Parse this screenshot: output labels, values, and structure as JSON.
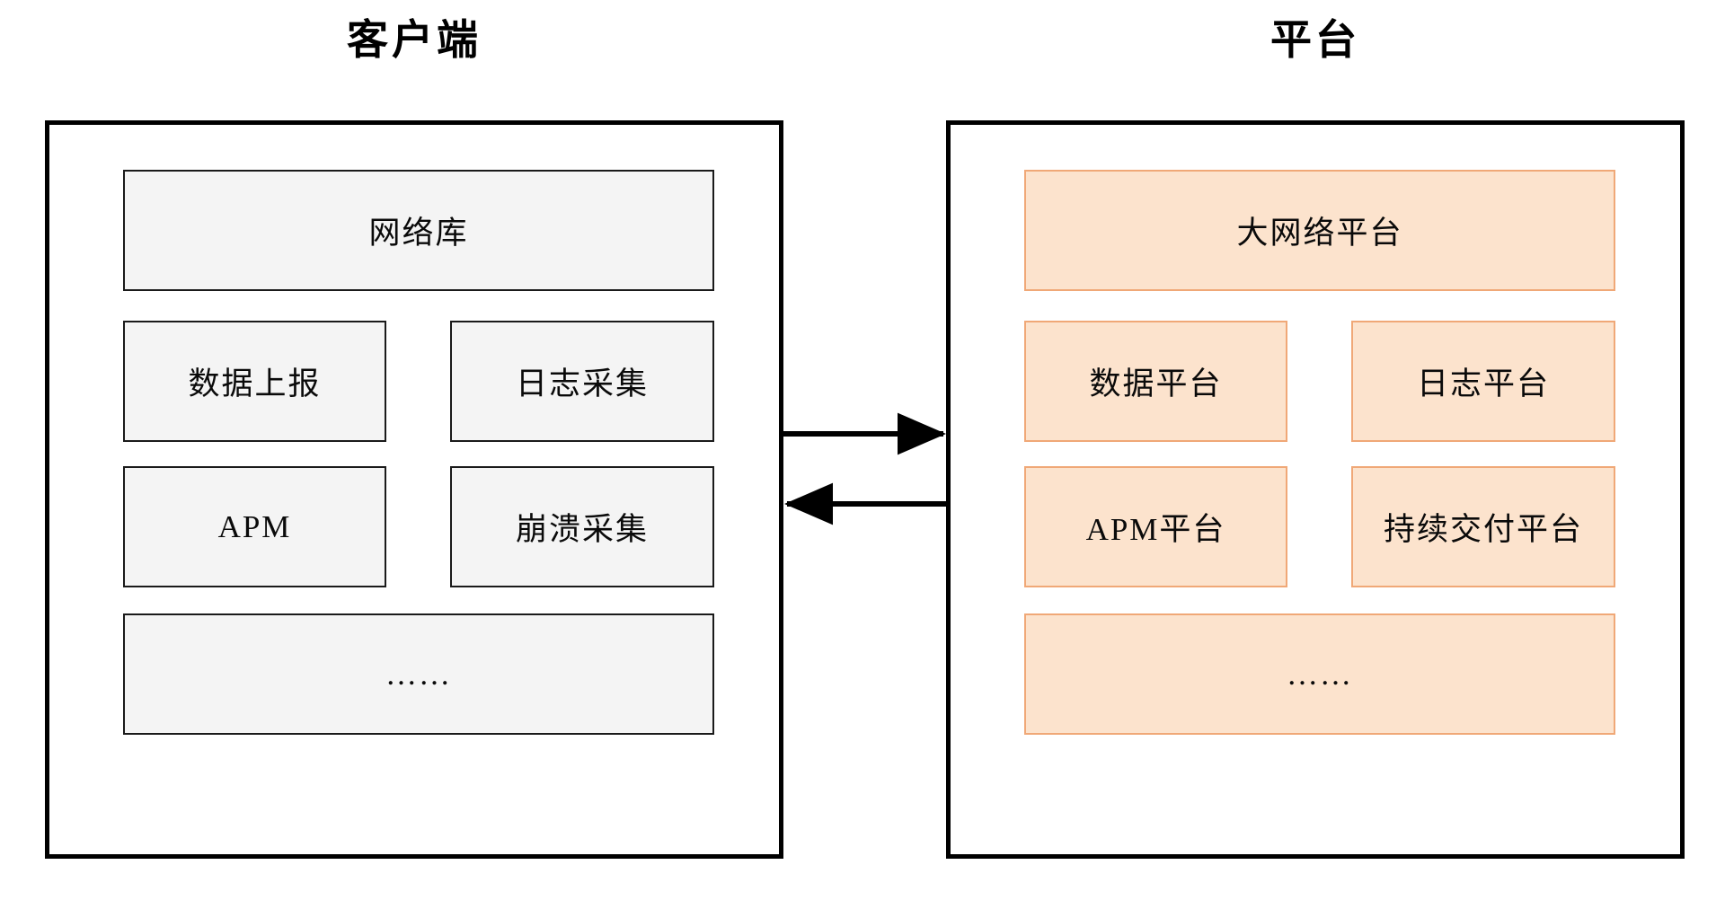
{
  "diagram": {
    "title_client": "客户端",
    "title_platform": "平台",
    "colors": {
      "client_box_fill": "#F4F4F4",
      "client_box_stroke": "#1A1A1A",
      "platform_box_fill": "#FCE3CD",
      "platform_box_stroke": "#F0A877",
      "panel_stroke": "#000000",
      "arrow": "#000000",
      "background": "#FFFFFF"
    }
  },
  "client": {
    "title": "客户端",
    "nodes": [
      {
        "label": "网络库",
        "row": 1,
        "span": "full"
      },
      {
        "label": "数据上报",
        "row": 2,
        "span": "left"
      },
      {
        "label": "日志采集",
        "row": 2,
        "span": "right"
      },
      {
        "label": "APM",
        "row": 3,
        "span": "left"
      },
      {
        "label": "崩溃采集",
        "row": 3,
        "span": "right"
      },
      {
        "label": "……",
        "row": 4,
        "span": "full"
      }
    ]
  },
  "platform": {
    "title": "平台",
    "nodes": [
      {
        "label": "大网络平台",
        "row": 1,
        "span": "full"
      },
      {
        "label": "数据平台",
        "row": 2,
        "span": "left"
      },
      {
        "label": "日志平台",
        "row": 2,
        "span": "right"
      },
      {
        "label": "APM平台",
        "row": 3,
        "span": "left"
      },
      {
        "label": "持续交付平台",
        "row": 3,
        "span": "right"
      },
      {
        "label": "……",
        "row": 4,
        "span": "full"
      }
    ]
  },
  "connectors": [
    {
      "name": "client-to-platform",
      "direction": "right",
      "label": ""
    },
    {
      "name": "platform-to-client",
      "direction": "left",
      "label": ""
    }
  ]
}
